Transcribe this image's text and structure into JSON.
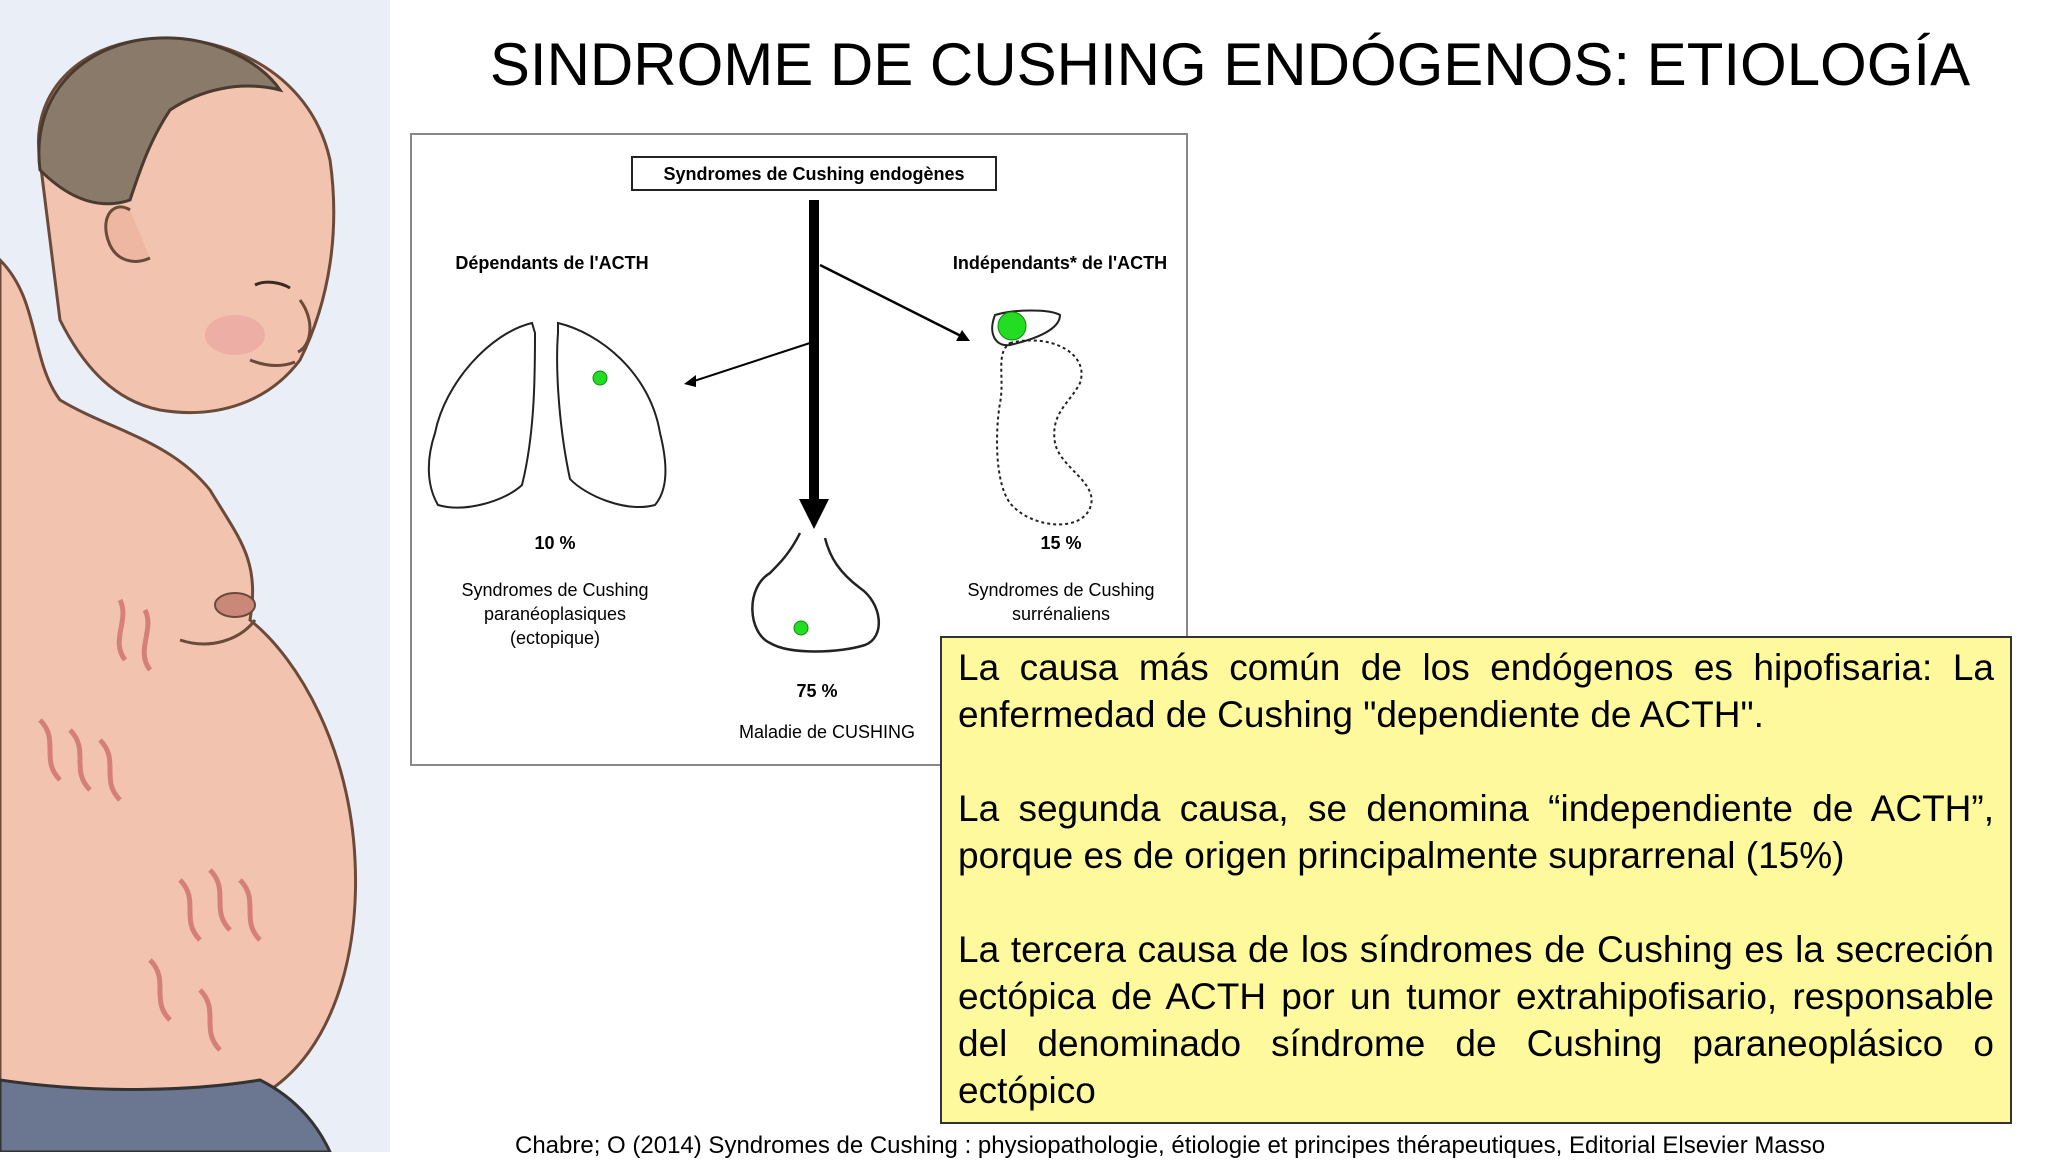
{
  "slide": {
    "title": "SINDROME DE CUSHING ENDÓGENOS: ETIOLOGÍA",
    "citation": "Chabre; O (2014) Syndromes de Cushing : physiopathologie, étiologie et principes thérapeutiques, Editorial Elsevier Masso"
  },
  "diagram": {
    "root_label": "Syndromes de Cushing endogènes",
    "left_header": "Dépendants de l'ACTH",
    "right_header": "Indépendants* de l'ACTH",
    "left_percent": "10 %",
    "left_caption_1": "Syndromes de Cushing",
    "left_caption_2": "paranéoplasiques",
    "left_caption_3": "(ectopique)",
    "right_percent": "15 %",
    "right_caption_1": "Syndromes de Cushing",
    "right_caption_2": "surrénaliens",
    "center_percent": "75 %",
    "center_caption": "Maladie de CUSHING",
    "highlight_color": "#22dd22"
  },
  "note": {
    "p1": "La causa más común de los endógenos es hipofisaria: La enfermedad de Cushing \"dependiente de ACTH\".",
    "p2": "La segunda causa, se denomina “independiente de ACTH”, porque es de origen principalmente suprarrenal (15%)",
    "p3": "La tercera causa de los síndromes de Cushing es la secreción ectópica de ACTH por un tumor extrahipofisario, responsable del denominado síndrome de Cushing paraneoplásico o ectópico"
  }
}
